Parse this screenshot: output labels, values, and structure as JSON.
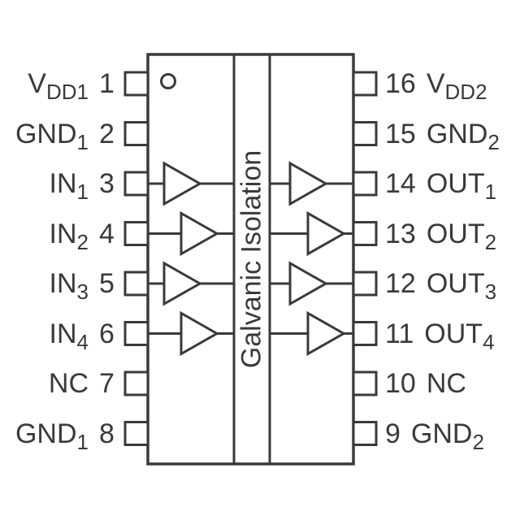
{
  "diagram": {
    "isolation_label": "Galvanic Isolation",
    "pin1_indicator_icon": "open-circle",
    "buffer_icon": "triangle-buffer",
    "colors": {
      "line": "#3a3a3a",
      "background": "#ffffff"
    },
    "left_pins": [
      {
        "number": "1",
        "name": "V",
        "sub": "DD1",
        "buffer": false
      },
      {
        "number": "2",
        "name": "GND",
        "sub": "1",
        "buffer": false
      },
      {
        "number": "3",
        "name": "IN",
        "sub": "1",
        "buffer": true
      },
      {
        "number": "4",
        "name": "IN",
        "sub": "2",
        "buffer": true
      },
      {
        "number": "5",
        "name": "IN",
        "sub": "3",
        "buffer": true
      },
      {
        "number": "6",
        "name": "IN",
        "sub": "4",
        "buffer": true
      },
      {
        "number": "7",
        "name": "NC",
        "sub": "",
        "buffer": false
      },
      {
        "number": "8",
        "name": "GND",
        "sub": "1",
        "buffer": false
      }
    ],
    "right_pins": [
      {
        "number": "16",
        "name": "V",
        "sub": "DD2",
        "buffer": false
      },
      {
        "number": "15",
        "name": "GND",
        "sub": "2",
        "buffer": false
      },
      {
        "number": "14",
        "name": "OUT",
        "sub": "1",
        "buffer": true
      },
      {
        "number": "13",
        "name": "OUT",
        "sub": "2",
        "buffer": true
      },
      {
        "number": "12",
        "name": "OUT",
        "sub": "3",
        "buffer": true
      },
      {
        "number": "11",
        "name": "OUT",
        "sub": "4",
        "buffer": true
      },
      {
        "number": "10",
        "name": "NC",
        "sub": "",
        "buffer": false
      },
      {
        "number": "9",
        "name": "GND",
        "sub": "2",
        "buffer": false
      }
    ]
  }
}
